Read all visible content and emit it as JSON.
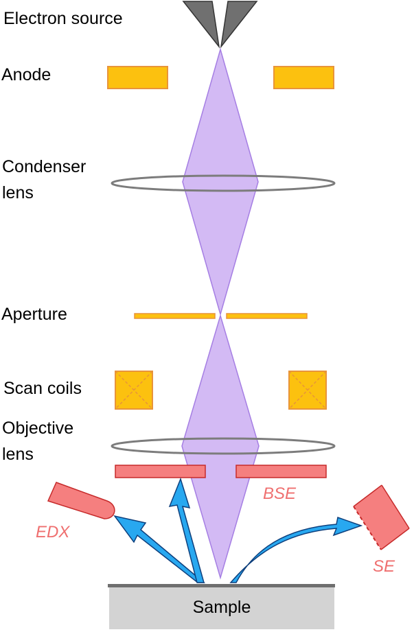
{
  "labels": {
    "electron_source": "Electron source",
    "anode": "Anode",
    "condenser_lens_line1": "Condenser",
    "condenser_lens_line2": "lens",
    "aperture": "Aperture",
    "scan_coils": "Scan coils",
    "objective_lens_line1": "Objective",
    "objective_lens_line2": "lens",
    "sample": "Sample"
  },
  "detectors": {
    "edx": "EDX",
    "bse": "BSE",
    "se": "SE"
  },
  "colors": {
    "beam_fill": "#cdb0f2",
    "beam_stroke": "#a57ee3",
    "plate_fill": "#fcc10f",
    "plate_stroke": "#e8943a",
    "lens_stroke": "#7c7c7c",
    "detector_fill": "#f57f7f",
    "detector_stroke": "#c62a2a",
    "detector_text": "#ef6f6f",
    "arrow_fill": "#28a8f0",
    "arrow_stroke": "#0e3f7c",
    "gun_fill": "#707070",
    "sample_fill": "#d3d3d3",
    "sample_top": "#6f6f6f"
  }
}
